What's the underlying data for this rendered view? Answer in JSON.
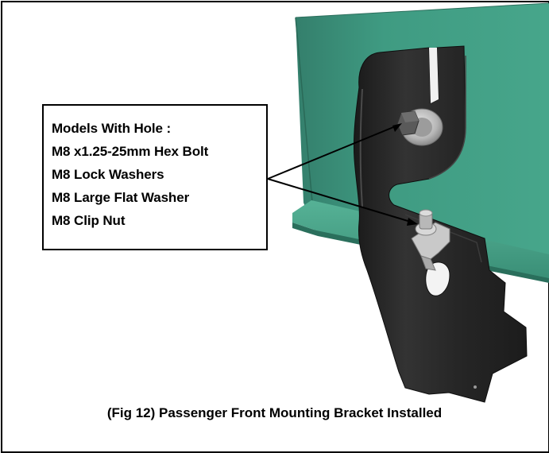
{
  "callout": {
    "lines": [
      "Models With Hole :",
      "M8 x1.25-25mm Hex Bolt",
      "M8 Lock Washers",
      "M8 Large Flat Washer",
      "M8 Clip Nut"
    ]
  },
  "caption": "(Fig 12) Passenger Front Mounting Bracket Installed",
  "colors": {
    "panel_green": "#3e9a80",
    "bracket_black": "#222222"
  }
}
